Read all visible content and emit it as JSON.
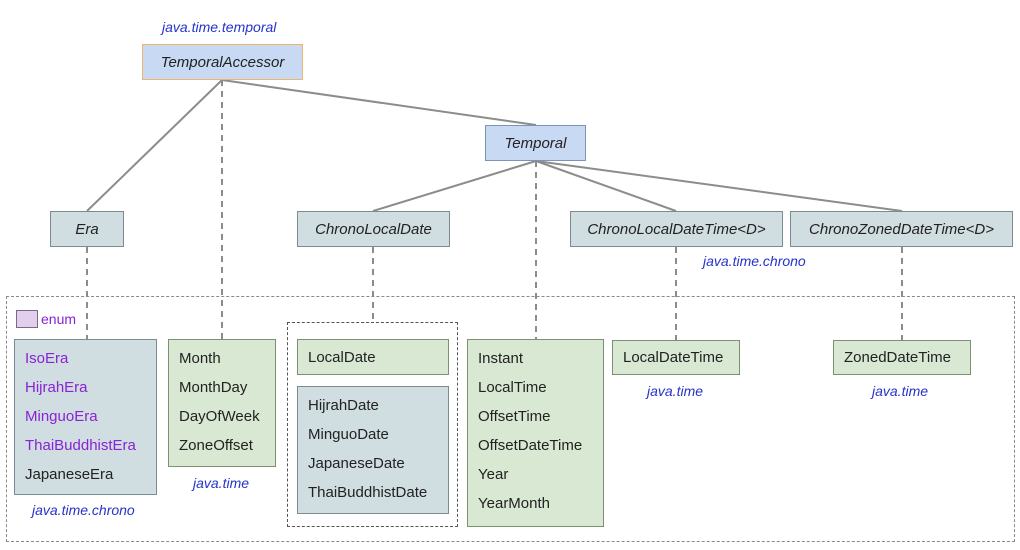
{
  "packages": {
    "temporal": "java.time.temporal",
    "chrono_top": "java.time.chrono",
    "time_localdatetime": "java.time",
    "time_zoneddatetime": "java.time",
    "time_month": "java.time",
    "chrono_bottom": "java.time.chrono"
  },
  "interfaces": {
    "temporal_accessor": "TemporalAccessor",
    "temporal": "Temporal",
    "era": "Era",
    "chrono_local_date": "ChronoLocalDate",
    "chrono_local_date_time": "ChronoLocalDateTime<D>",
    "chrono_zoned_date_time": "ChronoZonedDateTime<D>"
  },
  "legend": {
    "enum_label": "enum"
  },
  "era_classes": [
    {
      "name": "IsoEra",
      "enum": true
    },
    {
      "name": "HijrahEra",
      "enum": true
    },
    {
      "name": "MinguoEra",
      "enum": true
    },
    {
      "name": "ThaiBuddhistEra",
      "enum": true
    },
    {
      "name": "JapaneseEra",
      "enum": false
    }
  ],
  "accessor_classes": [
    "Month",
    "MonthDay",
    "DayOfWeek",
    "ZoneOffset"
  ],
  "local_date": "LocalDate",
  "chrono_dates": [
    "HijrahDate",
    "MinguoDate",
    "JapaneseDate",
    "ThaiBuddhistDate"
  ],
  "temporal_classes": [
    "Instant",
    "LocalTime",
    "OffsetTime",
    "OffsetDateTime",
    "Year",
    "YearMonth"
  ],
  "local_date_time": "LocalDateTime",
  "zoned_date_time": "ZonedDateTime",
  "colors": {
    "interface_blue": "#c8d9f4",
    "interface_gray": "#d0dde1",
    "class_green": "#d8e8d3",
    "enum_purple": "#8a22d6",
    "package_blue": "#2433c9",
    "accessor_border": "#f0b46a"
  }
}
